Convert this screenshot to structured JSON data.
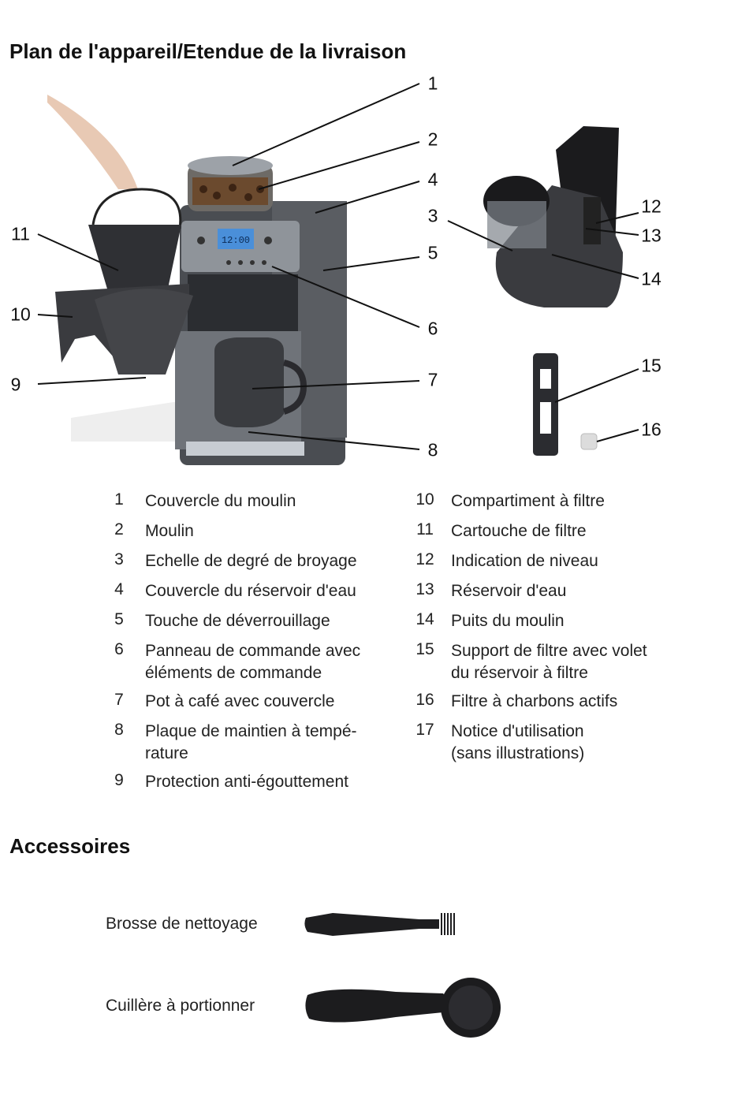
{
  "headings": {
    "plan": "Plan de l'appareil/Etendue de la livraison",
    "accessories": "Accessoires"
  },
  "callouts": [
    "1",
    "2",
    "4",
    "3",
    "5",
    "6",
    "7",
    "8",
    "11",
    "10",
    "9",
    "12",
    "13",
    "14",
    "15",
    "16"
  ],
  "legend_left": [
    {
      "num": "1",
      "text": "Couvercle du moulin"
    },
    {
      "num": "2",
      "text": "Moulin"
    },
    {
      "num": "3",
      "text": "Echelle de degré de broyage"
    },
    {
      "num": "4",
      "text": "Couvercle du réservoir d'eau"
    },
    {
      "num": "5",
      "text": "Touche de déverrouillage"
    },
    {
      "num": "6",
      "text": "Panneau de commande avec éléments de commande"
    },
    {
      "num": "7",
      "text": "Pot à café avec couvercle"
    },
    {
      "num": "8",
      "text": "Plaque de maintien à tempé-rature"
    },
    {
      "num": "9",
      "text": "Protection anti-égouttement"
    }
  ],
  "legend_right": [
    {
      "num": "10",
      "text": "Compartiment à filtre"
    },
    {
      "num": "11",
      "text": "Cartouche de filtre"
    },
    {
      "num": "12",
      "text": "Indication de niveau"
    },
    {
      "num": "13",
      "text": "Réservoir d'eau"
    },
    {
      "num": "14",
      "text": "Puits du moulin"
    },
    {
      "num": "15",
      "text": "Support de filtre avec volet du réservoir à filtre"
    },
    {
      "num": "16",
      "text": "Filtre à charbons actifs"
    },
    {
      "num": "17",
      "text": "Notice d'utilisation (sans illustrations)"
    }
  ],
  "accessories": [
    {
      "label": "Brosse de nettoyage",
      "icon": "brush-icon"
    },
    {
      "label": "Cuillère à portionner",
      "icon": "measuring-spoon-icon"
    }
  ],
  "display_text": "12:00"
}
